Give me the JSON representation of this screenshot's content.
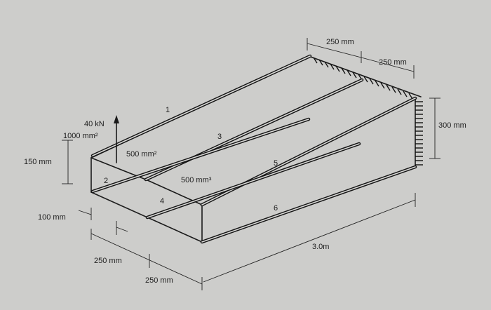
{
  "labels": {
    "load": "40 kN",
    "area_1000": "1000 mm²",
    "area_500_a": "500 mm²",
    "area_500_b": "500 mm³",
    "dim_150": "150 mm",
    "dim_100": "100 mm",
    "dim_250_bottom_left": "250 mm",
    "dim_250_bottom_right": "250 mm",
    "dim_250_top_a": "250 mm",
    "dim_250_top_b": "250 mm",
    "dim_300": "300 mm",
    "dim_length": "3.0m"
  },
  "stringers": [
    "1",
    "2",
    "3",
    "4",
    "5",
    "6"
  ]
}
